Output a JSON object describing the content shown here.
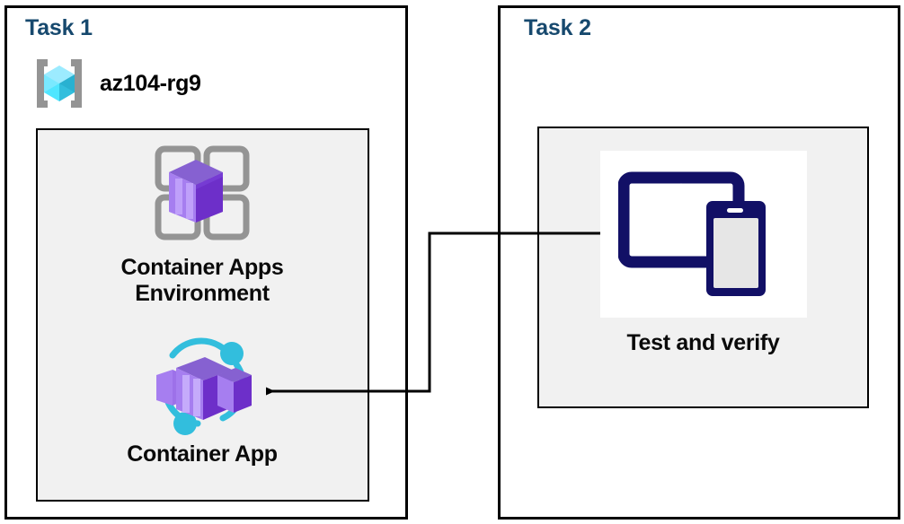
{
  "diagram": {
    "title": "Azure Container Apps task diagram",
    "background": "#ffffff",
    "accent_blue": "#17496e",
    "panel_fill": "#f1f1f1",
    "purple": "#7f35d6",
    "cyan": "#32bedd",
    "navy": "#121066"
  },
  "task1": {
    "title": "Task 1",
    "resource_group": {
      "icon": "resource-group-icon",
      "label": "az104-rg9"
    },
    "group_box": {
      "nodes": [
        {
          "icon": "container-apps-environment-icon",
          "label": "Container Apps\nEnvironment"
        },
        {
          "icon": "container-app-icon",
          "label": "Container App"
        }
      ]
    }
  },
  "task2": {
    "title": "Task 2",
    "group_box": {
      "nodes": [
        {
          "icon": "devices-tablet-phone-icon",
          "label": "Test and verify"
        }
      ]
    }
  },
  "connector": {
    "name": "test-to-container-app-arrow",
    "from": "Test and verify",
    "to": "Container App",
    "direction": "left",
    "color": "#000000",
    "style": "elbow"
  }
}
